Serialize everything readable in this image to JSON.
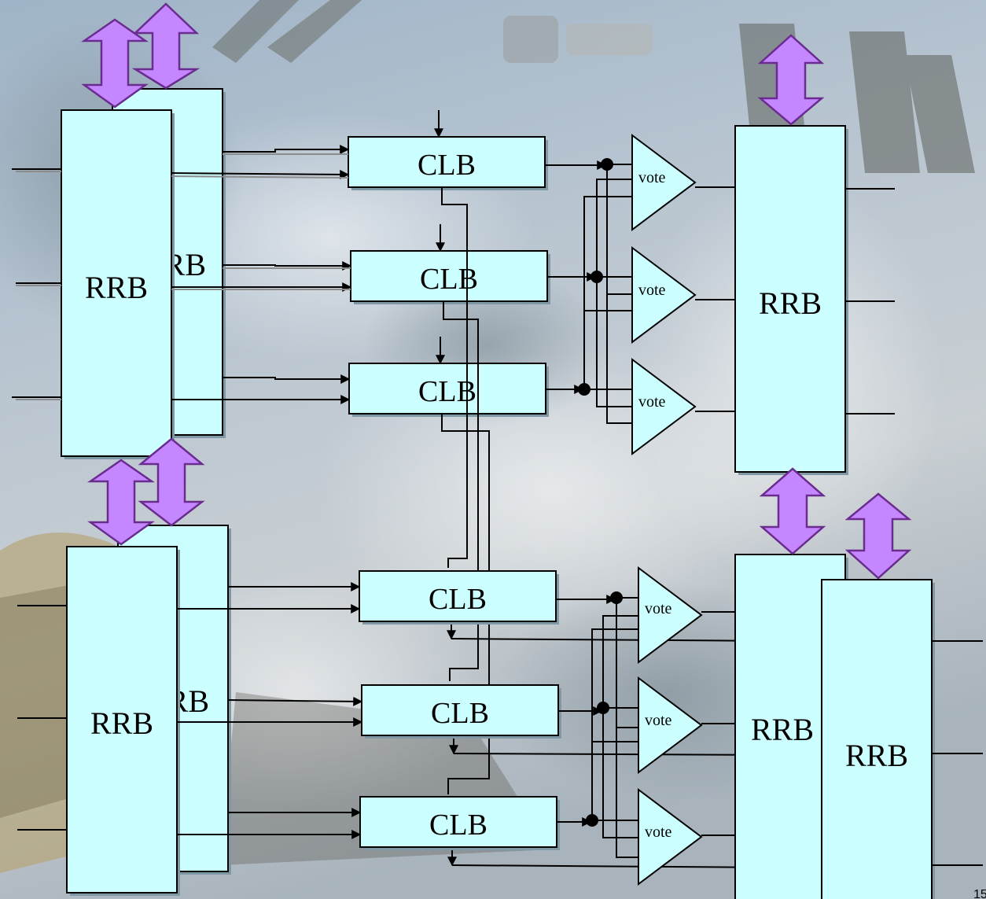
{
  "diagram": {
    "rrb_label": "RRB",
    "rrb_partial_label": "RB",
    "clb_label": "CLB",
    "vote_label": "vote",
    "page_number": "15"
  },
  "colors": {
    "block_fill": "#ccffff",
    "arrow_fill": "#c487ff",
    "background": "earth-from-orbit photo with space station"
  }
}
